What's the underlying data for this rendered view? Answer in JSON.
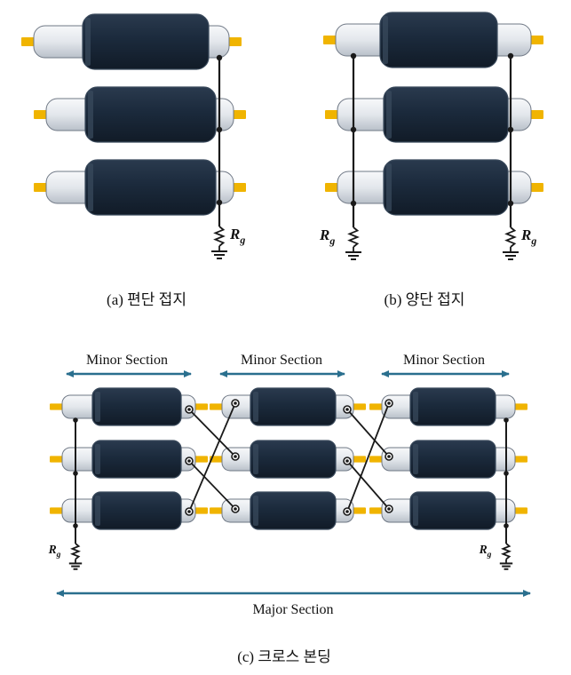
{
  "diagram": {
    "captions": {
      "a": "(a) 편단 접지",
      "b": "(b) 양단 접지",
      "c": "(c) 크로스 본딩"
    },
    "resistor_label": {
      "main": "R",
      "sub": "g"
    },
    "minor_section_label": "Minor Section",
    "major_section_label": "Major Section",
    "colors": {
      "conductor": "#f0b400",
      "insulation": "#e4e8ee",
      "jacket": "#1b2a3c",
      "jacket_edge": "#3a4a5c",
      "wire": "#1a1a1a",
      "arrow": "#2a6f8e"
    }
  }
}
